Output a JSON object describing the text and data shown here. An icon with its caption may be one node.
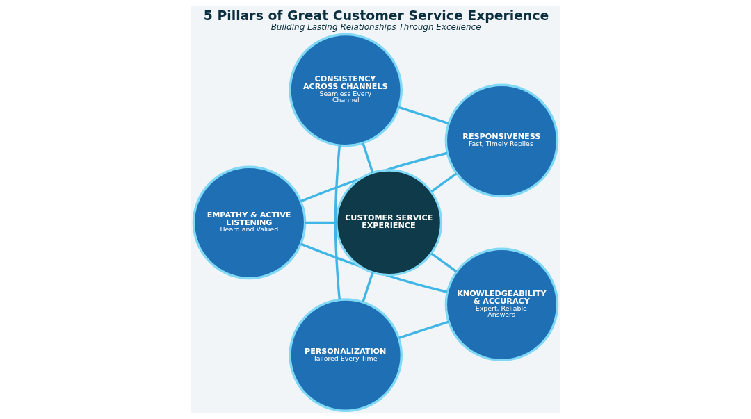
{
  "diagram": {
    "title": "5 Pillars of Great Customer Service Experience",
    "caption": "Building Lasting Relationships Through Excellence",
    "nodes": [
      {
        "text": [
          "RESPONSIVENESS",
          "Fast, Timely Replies"
        ]
      },
      {
        "text": [
          "CONSISTENCY ACROSS CHANNELS",
          "Seamless Every Channel"
        ]
      },
      {
        "text": [
          "EMPATHY & ACTIVE LISTENING",
          "Heard and Valued"
        ]
      },
      {
        "text": [
          "CUSTOMER SERVICE EXPERIENCE"
        ]
      },
      {
        "text": [
          "PERSONALIZATION",
          "Tailored Every Time"
        ]
      },
      {
        "text": [
          "KNOWLEDGEABILITY & ACCURACY",
          "Expert, Reliable Answers"
        ]
      }
    ],
    "edges": [
      {
        "from": 3,
        "to": 0,
        "arrow": "none"
      },
      {
        "from": 3,
        "to": 1,
        "arrow": "none"
      },
      {
        "from": 3,
        "to": 2,
        "arrow": "none"
      },
      {
        "from": 3,
        "to": 4,
        "arrow": "none"
      },
      {
        "from": 3,
        "to": 5,
        "arrow": "none"
      },
      {
        "from": 0,
        "to": 2,
        "arrow": "none"
      },
      {
        "from": 2,
        "to": 5,
        "arrow": "none"
      },
      {
        "from": 5,
        "to": 4,
        "arrow": "none"
      },
      {
        "from": 4,
        "to": 1,
        "arrow": "none"
      },
      {
        "from": 1,
        "to": 0,
        "arrow": "none"
      }
    ]
  }
}
